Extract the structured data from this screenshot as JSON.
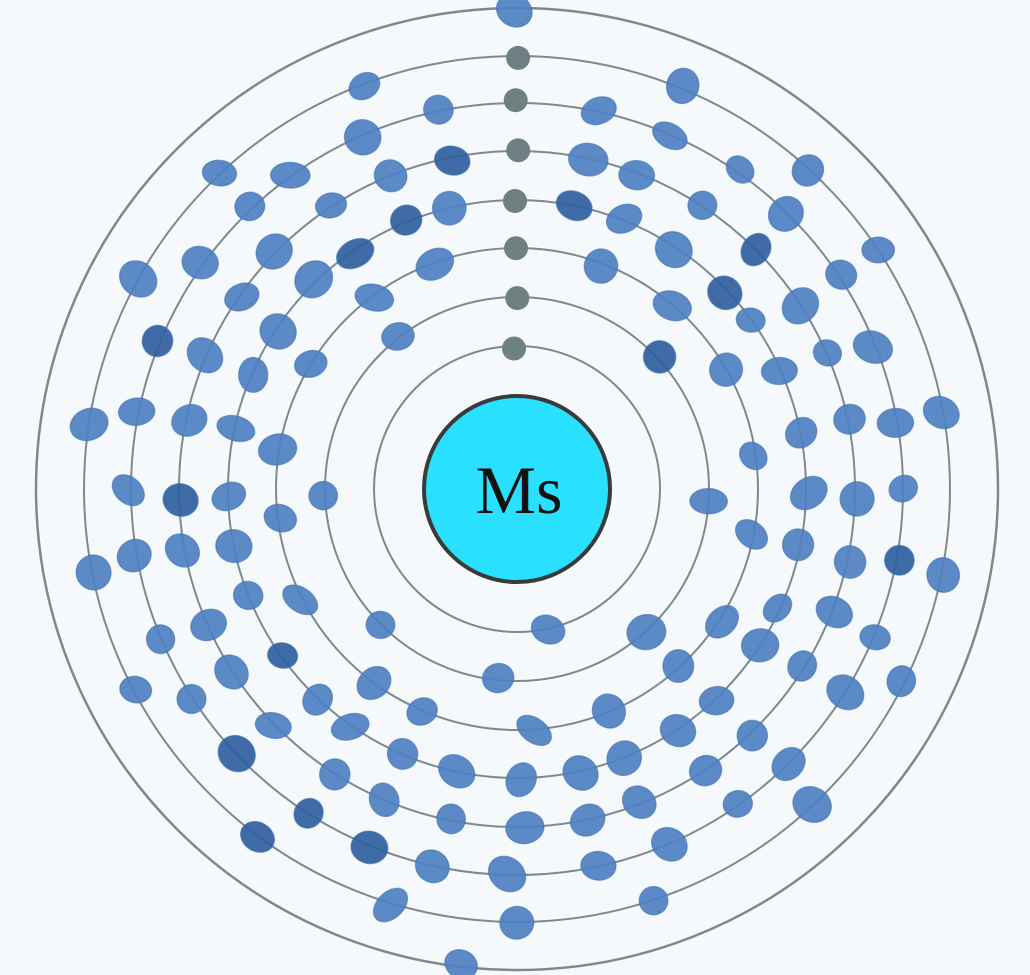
{
  "element": {
    "symbol": "Ms"
  },
  "shells": [
    {
      "electrons": 2
    },
    {
      "electrons": 8
    },
    {
      "electrons": 18
    },
    {
      "electrons": 32
    },
    {
      "electrons": 32
    },
    {
      "electrons": 32
    },
    {
      "electrons": 18
    },
    {
      "electrons": 2
    }
  ],
  "colors": {
    "background": "#f6f9fb",
    "nucleus_fill": "#29e1ff",
    "nucleus_stroke": "#3a3a3a",
    "shell_stroke": "#7c8a90",
    "electron_fill": "#4d80c2",
    "electron_dark": "#2f5f9e",
    "electron_gray": "#6f8082"
  }
}
